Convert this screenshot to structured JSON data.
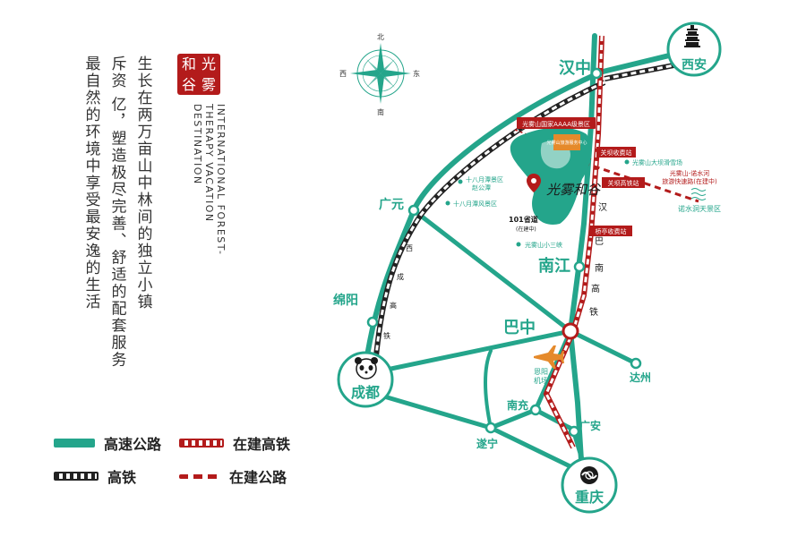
{
  "intro": {
    "seal_chars": [
      "和",
      "光",
      "谷",
      "雾"
    ],
    "lines": [
      "生长在两万亩山中林间的独立小镇",
      "斥资   亿，塑造极尽完善、舒适的配套服务",
      "最自然的环境中享受最安逸的生活"
    ],
    "english": "INTERNATIONAL FOREST-THERAPY VACATION DESTINATION"
  },
  "compass": {
    "north": "北",
    "south": "南",
    "east": "东",
    "west": "西"
  },
  "cities": {
    "hanzhong": "汉中",
    "xian": "西安",
    "guangyuan": "广元",
    "mianyang": "绵阳",
    "chengdu": "成都",
    "bazhong": "巴中",
    "nanjiang": "南江",
    "dazhou": "达州",
    "nanchong": "南充",
    "guangan": "广安",
    "suining": "遂宁",
    "chongqing": "重庆"
  },
  "places": {
    "aaaa": "光雾山国家AAAA级景区",
    "visitor_center": "光雾山旅游服务中心",
    "guanba_toll": "关坝收费站",
    "ski": "光雾山大坝滑雪场",
    "expressway_plan": [
      "光雾山-诺水河",
      "旅游快速路(在建中)"
    ],
    "nuoshui": "诺水洞天景区",
    "guanba_hsr": "关坝高铁站",
    "eighteen_yue": [
      "十八月潭景区",
      "赵公潭"
    ],
    "eighteen_pu": "十八月潭风景区",
    "brand": "光雾和谷",
    "road101": "101省道",
    "road101_sub": "(在建中)",
    "qiaoting_toll": "桥亭收费站",
    "xiaosanxia": "光雾山小三峡",
    "airport": [
      "恩阳",
      "机场"
    ]
  },
  "rail_labels": {
    "han_ba_nan": [
      "汉",
      "巴",
      "南",
      "高",
      "铁"
    ],
    "xi_cheng": [
      "西",
      "成",
      "高",
      "铁"
    ]
  },
  "legend": {
    "expressway": "高速公路",
    "hsr_building": "在建高铁",
    "hsr": "高铁",
    "road_building": "在建公路"
  },
  "colors": {
    "teal": "#24a58b",
    "red": "#b31b1b",
    "dark": "#333333"
  }
}
